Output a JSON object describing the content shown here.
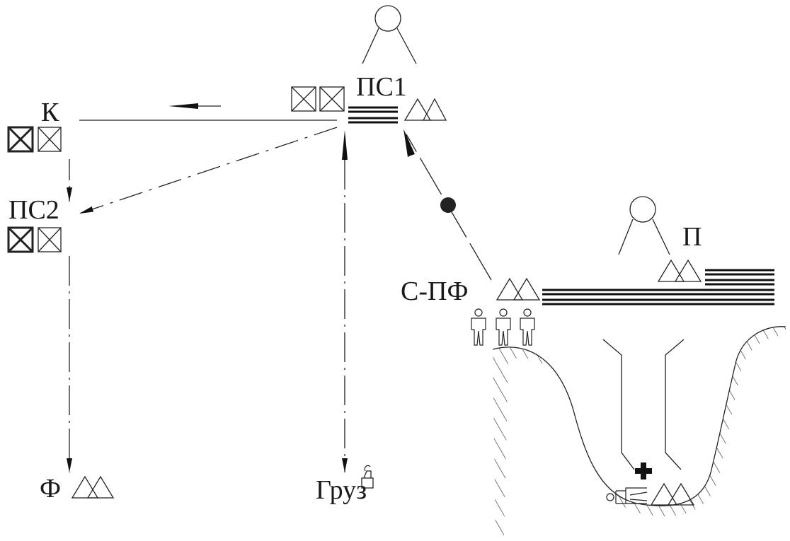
{
  "diagram": {
    "nodes": {
      "ps1": "ПС1",
      "k": "К",
      "ps2": "ПС2",
      "f": "Ф",
      "cargo": "Груз",
      "s_pf": "С-ПФ",
      "p": "П"
    }
  }
}
